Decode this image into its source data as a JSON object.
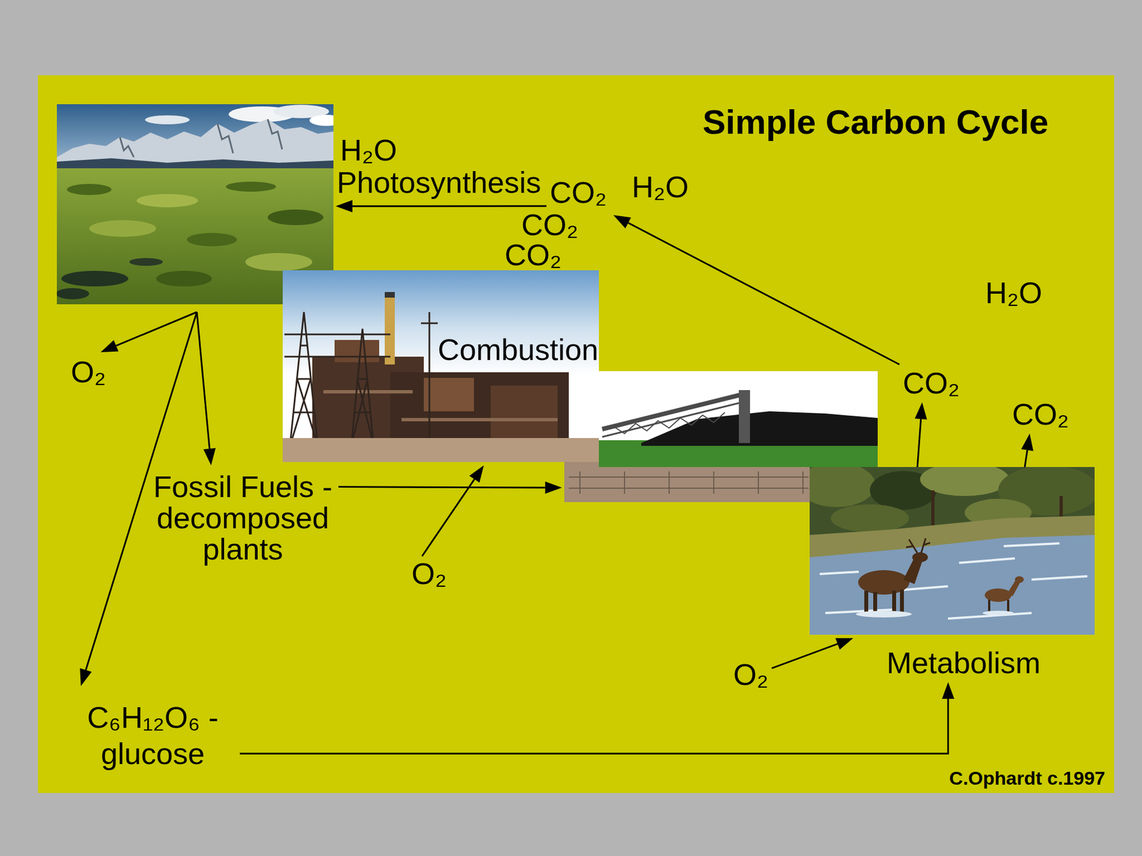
{
  "diagram": {
    "title": "Simple Carbon Cycle",
    "nodes": [
      {
        "text": [
          "Photosynthesis"
        ]
      },
      {
        "text": [
          "H₂O"
        ]
      },
      {
        "text": [
          "H₂O"
        ]
      },
      {
        "text": [
          "CO₂"
        ]
      },
      {
        "text": [
          "CO₂"
        ]
      },
      {
        "text": [
          "CO₂"
        ]
      },
      {
        "text": [
          "H₂O"
        ]
      },
      {
        "text": [
          "Combustion"
        ]
      },
      {
        "text": [
          "O₂"
        ]
      },
      {
        "text": [
          "CO₂"
        ]
      },
      {
        "text": [
          "CO₂"
        ]
      },
      {
        "text": [
          "Metabolism"
        ]
      },
      {
        "text": [
          "Fossil Fuels -decomposed plants"
        ]
      },
      {
        "text": [
          "O₂"
        ]
      },
      {
        "text": [
          "O₂"
        ]
      },
      {
        "text": [
          "C₆H₁₂O₆ - glucose"
        ]
      }
    ],
    "edges": [
      {
        "from": 3,
        "to": 0,
        "arrow": "to"
      },
      {
        "from": 0,
        "to": 8,
        "arrow": "to"
      },
      {
        "from": 0,
        "to": 12,
        "arrow": "to"
      },
      {
        "from": 0,
        "to": 15,
        "arrow": "to"
      },
      {
        "from": 12,
        "to": 7,
        "arrow": "to"
      },
      {
        "from": 13,
        "to": 7,
        "arrow": "to"
      },
      {
        "from": 15,
        "to": 11,
        "arrow": "to"
      },
      {
        "from": 14,
        "to": 11,
        "arrow": "to"
      },
      {
        "from": 11,
        "to": 9,
        "arrow": "to"
      },
      {
        "from": 11,
        "to": 10,
        "arrow": "to"
      },
      {
        "from": 9,
        "to": 3,
        "arrow": "to"
      }
    ],
    "labels": [
      "C.Ophardt c.1997"
    ]
  }
}
